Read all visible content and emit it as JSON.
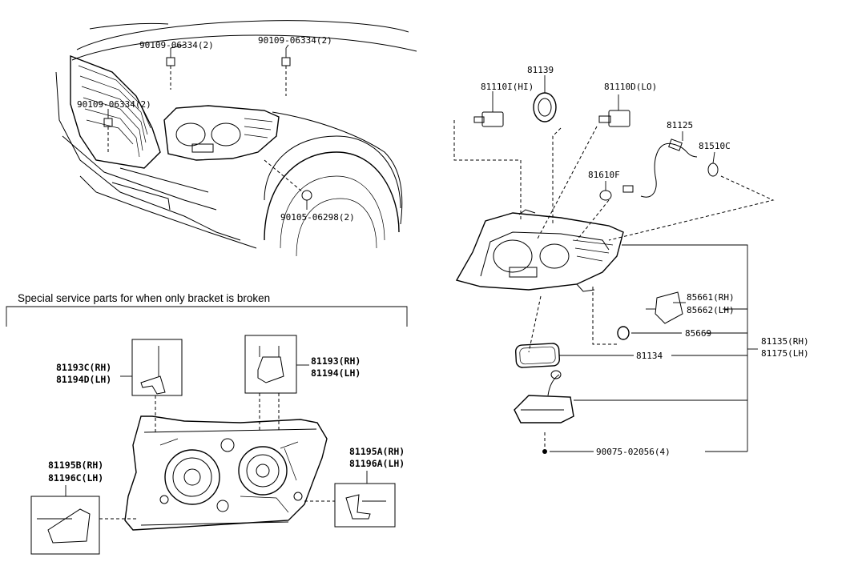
{
  "heading": "Special service parts for when only bracket is broken",
  "labels": {
    "bolt_a": "90109-06334(2)",
    "bolt_b": "90109-06334(2)",
    "bolt_c": "90109-06334(2)",
    "nut_fender": "90105-06298(2)",
    "p81139": "81139",
    "p81110_hi": "81110I(HI)",
    "p81110_lo": "81110D(LO)",
    "p81125": "81125",
    "p81510c": "81510C",
    "p81610f": "81610F",
    "p85661": "85661(RH)",
    "p85662": "85662(LH)",
    "p85669": "85669",
    "p81134": "81134",
    "p81135": "81135(RH)",
    "p81175": "81175(LH)",
    "p90075": "90075-02056(4)",
    "p81193c": "81193C(RH)",
    "p81194d": "81194D(LH)",
    "p81193": "81193(RH)",
    "p81194": "81194(LH)",
    "p81195b": "81195B(RH)",
    "p81196c": "81196C(LH)",
    "p81195a": "81195A(RH)",
    "p81196a": "81196A(LH)"
  }
}
